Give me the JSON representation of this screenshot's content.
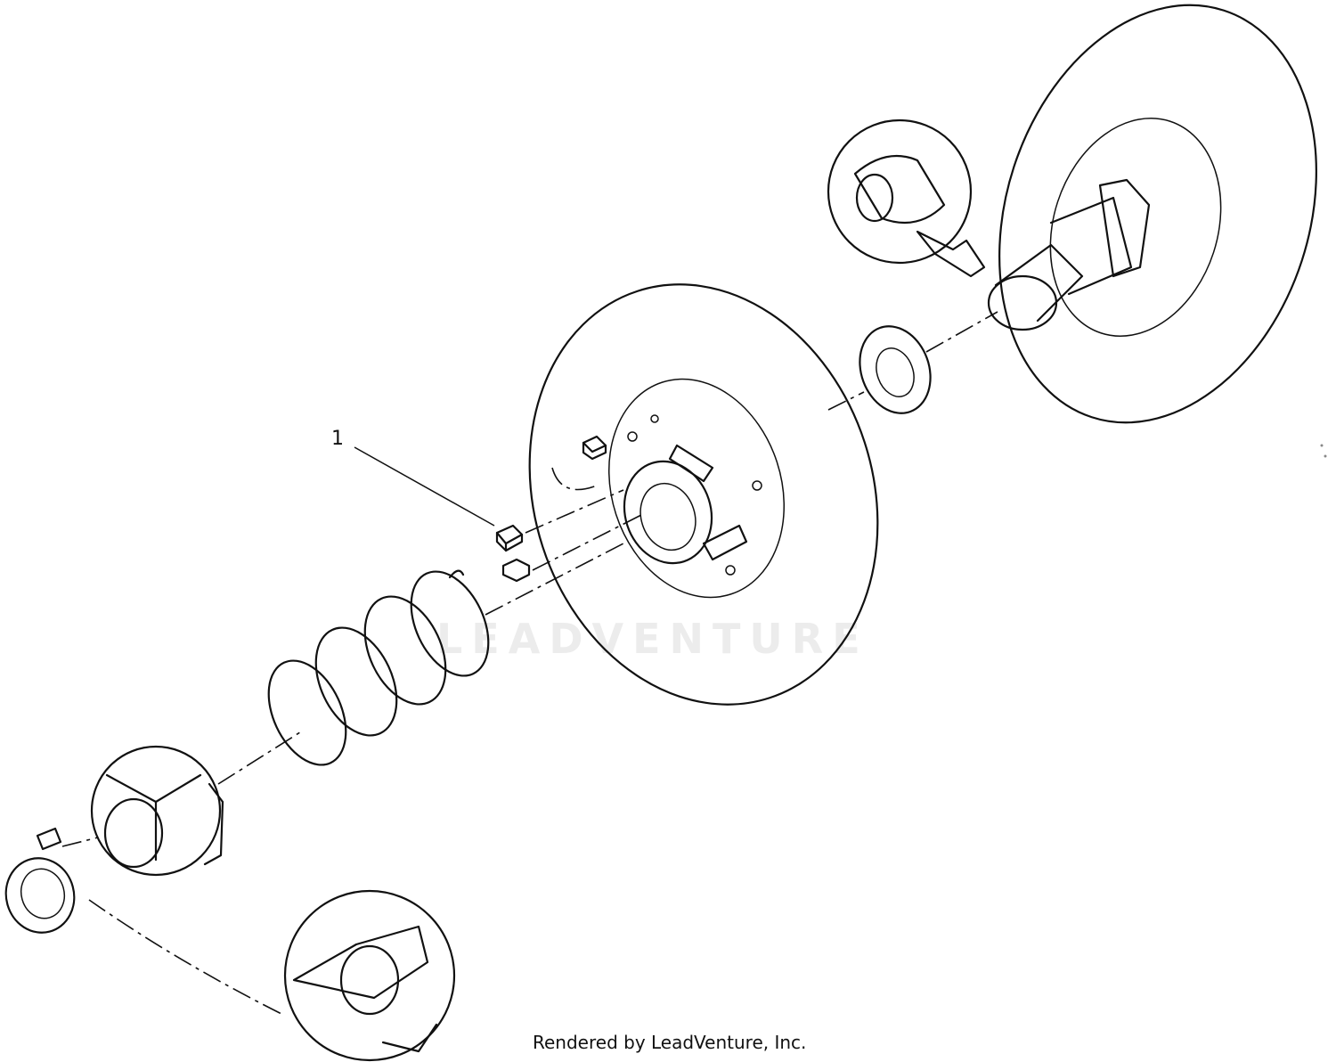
{
  "diagram": {
    "callouts": [
      {
        "label": "1",
        "part": "cam-slider-button"
      }
    ],
    "watermark": "LEADVENTURE",
    "credit": "Rendered by LeadVenture, Inc."
  }
}
